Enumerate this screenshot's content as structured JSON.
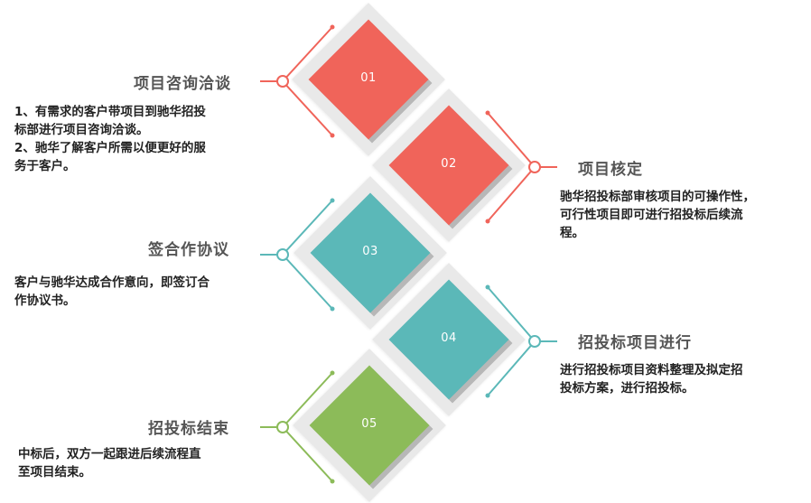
{
  "steps": [
    {
      "number": "01",
      "title": "项目咨询洽谈",
      "description": "1、有需求的客户带项目到驰华招投标部进行项目咨询洽谈。\n2、驰华了解客户所需以便更好的服务于客户。",
      "color": "#f0645a",
      "side": "left"
    },
    {
      "number": "02",
      "title": "项目核定",
      "description": "驰华招投标部审核项目的可操作性，可行性项目即可进行招投标后续流程。",
      "color": "#f0645a",
      "side": "right"
    },
    {
      "number": "03",
      "title": "签合作协议",
      "description": "客户与驰华达成合作意向，即签订合作协议书。",
      "color": "#5bb8b8",
      "side": "left"
    },
    {
      "number": "04",
      "title": "招投标项目进行",
      "description": "进行招投标项目资料整理及拟定招投标方案，进行招投标。",
      "color": "#5bb8b8",
      "side": "right"
    },
    {
      "number": "05",
      "title": "招投标结束",
      "description": "中标后，双方一起跟进后续流程直至项目结束。",
      "color": "#8cbb59",
      "side": "left"
    }
  ]
}
